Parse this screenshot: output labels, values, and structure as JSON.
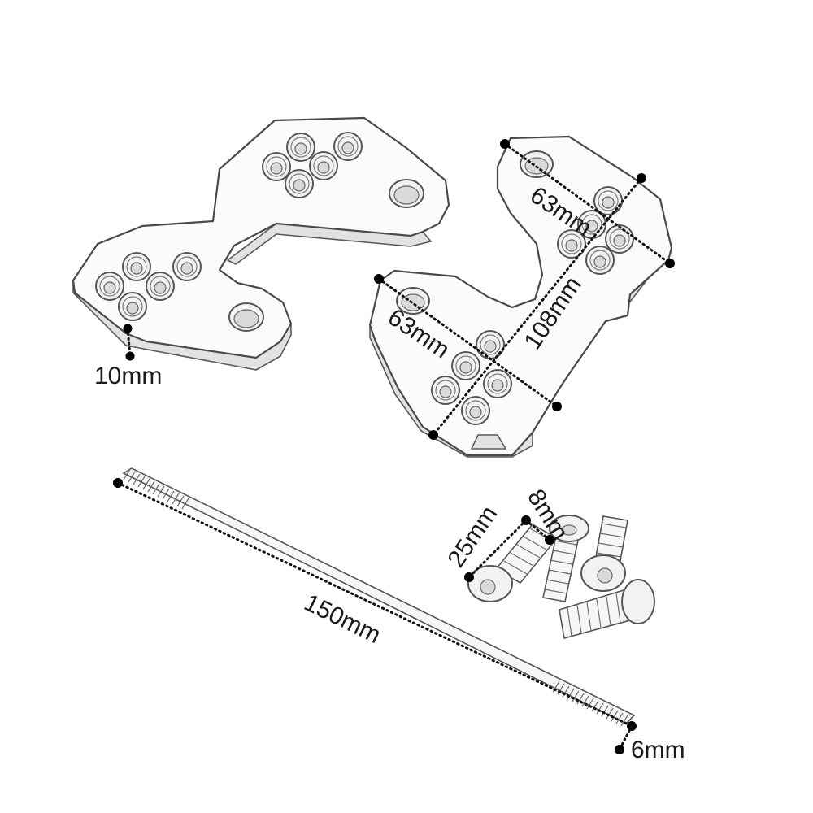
{
  "dimensions": {
    "plate_thickness": "10mm",
    "width_upper": "63mm",
    "width_lower": "63mm",
    "length": "108mm",
    "rod_length": "150mm",
    "rod_diameter": "6mm",
    "bolt_length": "25mm",
    "bolt_diameter": "8mm"
  },
  "colors": {
    "outline": "#4a4a4a",
    "fill": "#fbfbfb",
    "dimension": "#000000"
  }
}
